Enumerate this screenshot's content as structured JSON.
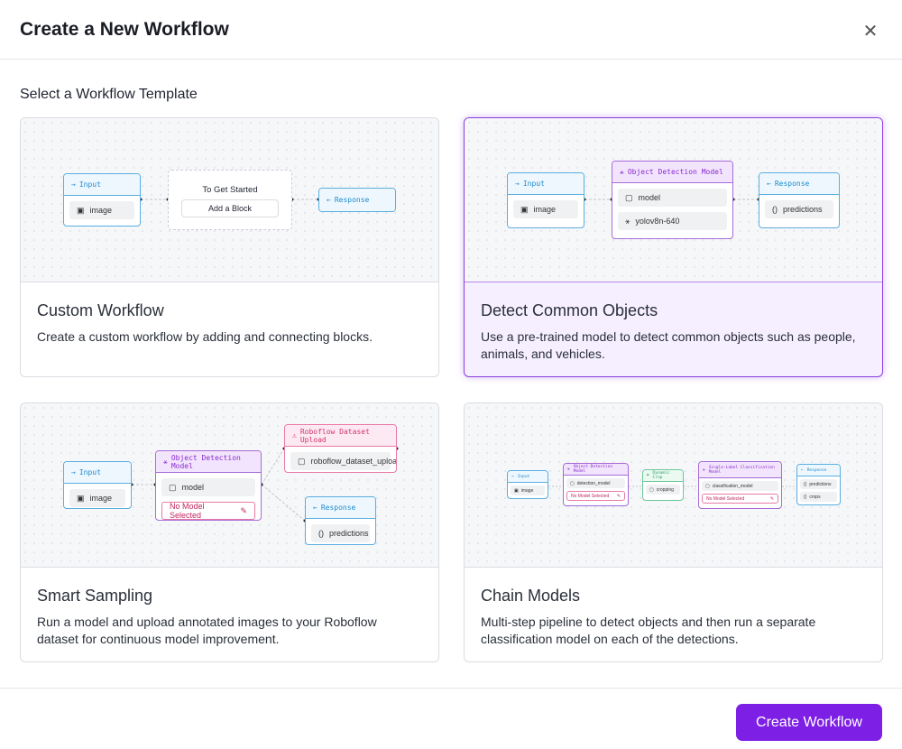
{
  "dialog": {
    "title": "Create a New Workflow",
    "close_icon": "close-icon",
    "subtitle": "Select a Workflow Template",
    "create_label": "Create Workflow",
    "accent": "#7e1fe6"
  },
  "templates": [
    {
      "title": "Custom Workflow",
      "description": "Create a custom workflow by adding and connecting blocks.",
      "selected": false,
      "nodes": {
        "input": "Input",
        "input_field": "image",
        "start_title": "To Get Started",
        "start_button": "Add a Block",
        "response": "Response"
      }
    },
    {
      "title": "Detect Common Objects",
      "description": "Use a pre-trained model to detect common objects such as people, animals, and vehicles.",
      "selected": true,
      "nodes": {
        "input": "Input",
        "input_field": "image",
        "model": "Object Detection Model",
        "model_field": "model",
        "model_value": "yolov8n-640",
        "response": "Response",
        "response_field": "predictions"
      }
    },
    {
      "title": "Smart Sampling",
      "description": "Run a model and upload annotated images to your Roboflow dataset for continuous model improvement.",
      "selected": false,
      "nodes": {
        "input": "Input",
        "input_field": "image",
        "model": "Object Detection Model",
        "model_field": "model",
        "model_warning": "No Model Selected",
        "upload": "Roboflow Dataset Upload",
        "upload_field": "roboflow_dataset_upload",
        "response": "Response",
        "response_field": "predictions"
      }
    },
    {
      "title": "Chain Models",
      "description": "Multi-step pipeline to detect objects and then run a separate classification model on each of the detections.",
      "selected": false,
      "nodes": {
        "input": "Input",
        "input_field": "image",
        "model": "Object Detection Model",
        "model_field": "detection_model",
        "model_warning": "No Model Selected",
        "crop": "Dynamic Crop",
        "crop_field": "cropping",
        "classifier": "Single-Label Classification Model",
        "classifier_field": "classification_model",
        "classifier_warning": "No Model Selected",
        "response": "Response",
        "response_field1": "predictions",
        "response_field2": "crops"
      }
    }
  ]
}
